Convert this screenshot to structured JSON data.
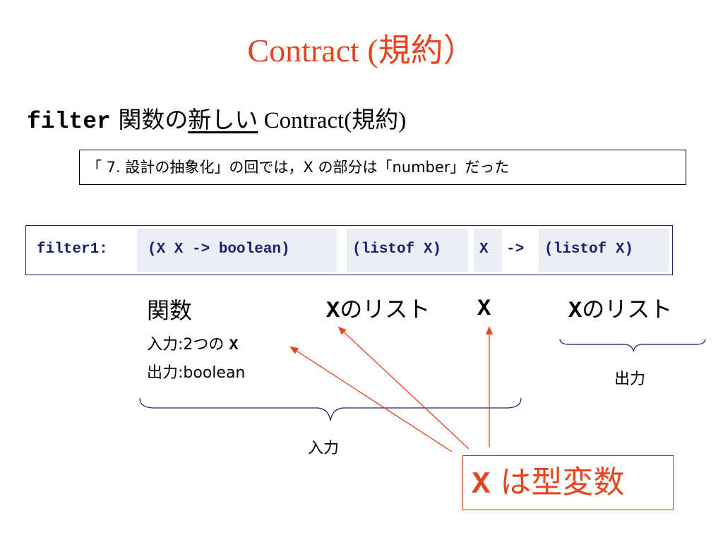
{
  "slide": {
    "title": "Contract (規約）",
    "subtitle": {
      "keyword": "filter",
      "part1": " 関数の",
      "underlined": "新しい",
      "part2": " Contract(規約)"
    },
    "note": "「 7. 設計の抽象化」の回では，X の部分は「number」だった",
    "contract": {
      "name": "filter1:",
      "arg1": "(X X -> boolean)",
      "arg2": "(listof X)",
      "arg3": "X",
      "arrow": "->",
      "result": "(listof X)"
    },
    "labels": {
      "function": "関数",
      "function_input": "入力:2つの ",
      "function_input_x": "X",
      "function_output": "出力:boolean",
      "list_of_x_var": "X",
      "list_of_x_text": "のリスト",
      "x_var": "X",
      "result_x_var": "X",
      "result_text": "のリスト",
      "input_brace_label": "入力",
      "output_brace_label": "出力"
    },
    "callout": {
      "var": "X",
      "text": " は型変数"
    },
    "colors": {
      "title": "#e8451f",
      "arrow": "#e8451f",
      "code": "#1a1f6b",
      "chip_background": "#eceef7",
      "brace": "#1a1f6b"
    }
  }
}
